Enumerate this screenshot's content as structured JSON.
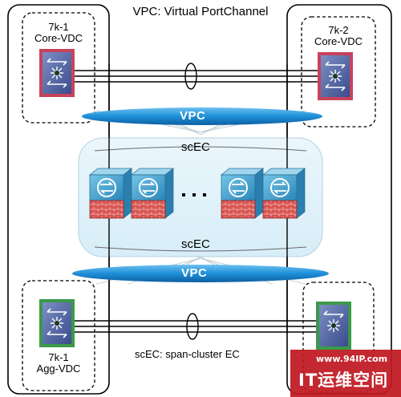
{
  "title": "VPC: Virtual PortChannel",
  "devices": {
    "core_left": {
      "line1": "7k-1",
      "line2": "Core-VDC"
    },
    "core_right": {
      "line1": "7k-2",
      "line2": "Core-VDC"
    },
    "agg_left": {
      "line1": "7k-1",
      "line2": "Agg-VDC"
    }
  },
  "vpc_top": "VPC",
  "vpc_bottom": "VPC",
  "scec_top": "scEC",
  "scec_bottom": "scEC",
  "ellipsis": "· · ·",
  "footnote": "scEC: span-cluster EC",
  "watermark": {
    "url": "www.94IP.com",
    "brand": "IT运维空间"
  },
  "colors": {
    "vpc_ellipse": "#1e90d8",
    "firewall_blue": "#3aa0cc",
    "firewall_brick": "#d9534f",
    "core_device": "#c8425a",
    "agg_device": "#3a9a48",
    "watermark_bg": "#c01820"
  }
}
